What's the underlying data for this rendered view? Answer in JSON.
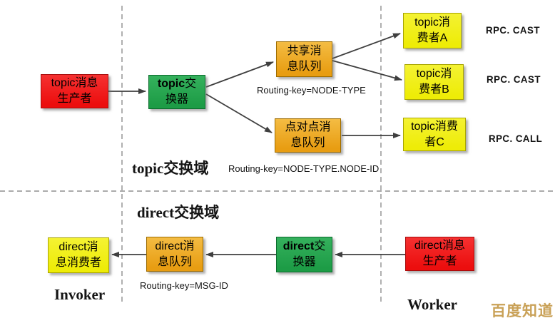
{
  "title": "RPC topic/direct exchange message flow diagram",
  "regions": {
    "topic_label": "topic交换域",
    "direct_label": "direct交换域",
    "invoker_label": "Invoker",
    "worker_label": "Worker"
  },
  "routing": {
    "node_type": "Routing-key=NODE-TYPE",
    "node_type_id": "Routing-key=NODE-TYPE.NODE-ID",
    "msg_id": "Routing-key=MSG-ID"
  },
  "rpc": {
    "cast_a": "RPC. CAST",
    "cast_b": "RPC. CAST",
    "call_c": "RPC. CALL"
  },
  "nodes": {
    "topic_producer": {
      "en": "topic",
      "l1": "消息",
      "l2": "生产者",
      "color": "red",
      "role": "topic message producer"
    },
    "topic_exchange": {
      "en": "topic",
      "l1": "交",
      "l2": "换器",
      "color": "green",
      "role": "topic exchange"
    },
    "shared_queue": {
      "en": "",
      "l1": "共享消",
      "l2": "息队列",
      "color": "orange",
      "role": "shared message queue"
    },
    "p2p_queue": {
      "en": "",
      "l1": "点对点消",
      "l2": "息队列",
      "color": "orange",
      "role": "point-to-point message queue"
    },
    "consumer_a": {
      "en": "topic",
      "l1": "消",
      "l2": "费者A",
      "color": "yellow",
      "role": "topic consumer A"
    },
    "consumer_b": {
      "en": "topic",
      "l1": "消",
      "l2": "费者B",
      "color": "yellow",
      "role": "topic consumer B"
    },
    "consumer_c": {
      "en": "topic",
      "l1": "消费",
      "l2": "者C",
      "color": "yellow",
      "role": "topic consumer C"
    },
    "direct_consumer": {
      "en": "direct",
      "l1": "消",
      "l2": "息消费者",
      "color": "yellow",
      "role": "direct message consumer"
    },
    "direct_queue": {
      "en": "direct",
      "l1": "消",
      "l2": "息队列",
      "color": "orange",
      "role": "direct message queue"
    },
    "direct_exchange": {
      "en": "direct",
      "l1": "交",
      "l2": "换器",
      "color": "green",
      "role": "direct exchange"
    },
    "direct_producer": {
      "en": "direct",
      "l1": "消息",
      "l2": "生产者",
      "color": "red",
      "role": "direct message producer"
    }
  },
  "colors": {
    "producer_red": "#ee1212",
    "exchange_green": "#26a750",
    "queue_orange": "#eda41e",
    "consumer_yellow": "#f0ee18",
    "arrow": "#3f3f3f",
    "dashed_divider": "#8f8f8f",
    "watermark_gold": "#c9a157"
  },
  "watermark": "百度知道"
}
